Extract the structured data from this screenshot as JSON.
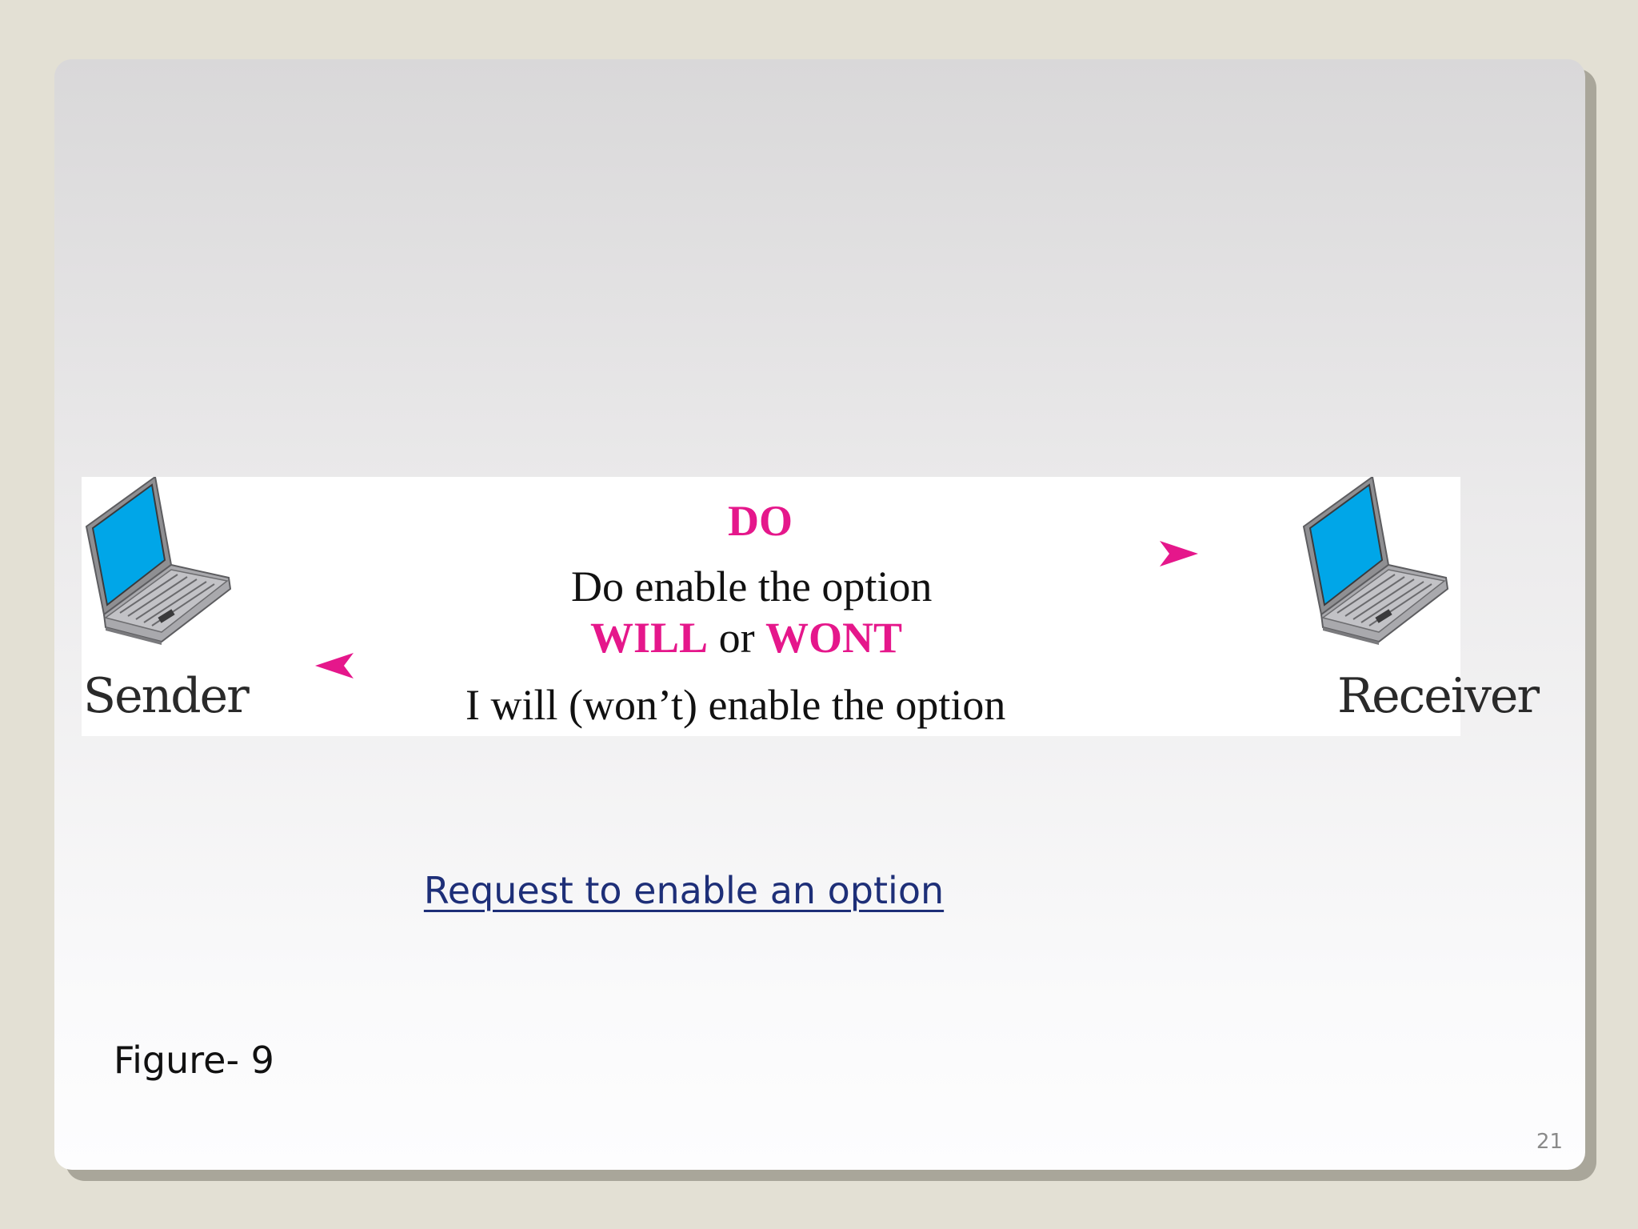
{
  "diagram": {
    "sender_label": "Sender",
    "receiver_label": "Receiver",
    "request_command": "DO",
    "request_text": "Do enable the option",
    "response_command_1": "WILL",
    "response_connector": "or",
    "response_command_2": "WONT",
    "response_text": "I will (won’t)  enable the option",
    "icons": [
      "laptop-icon",
      "laptop-icon",
      "arrow-right-icon",
      "arrow-left-icon"
    ],
    "colors": {
      "command": "#e5178b",
      "arrow": "#e5178b",
      "screen": "#00a6e8"
    }
  },
  "caption": "Request to enable an option",
  "figure_label": "Figure- 9",
  "page_number": "21"
}
